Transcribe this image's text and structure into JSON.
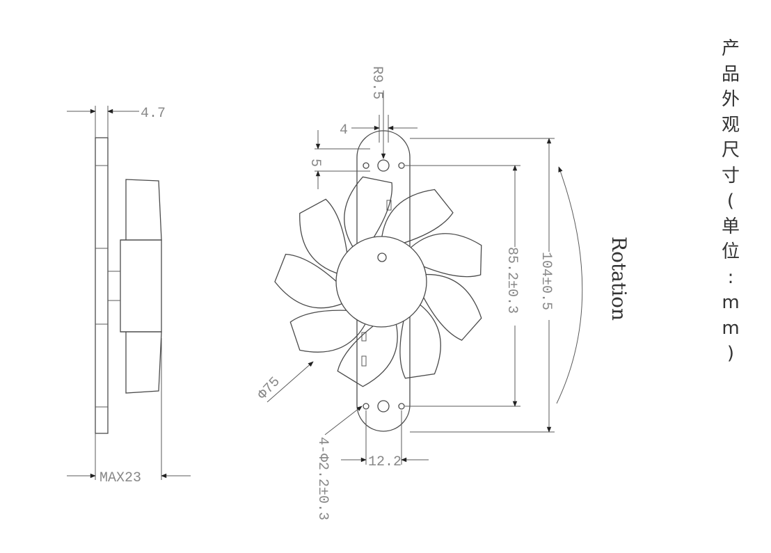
{
  "title": {
    "chars": [
      "产",
      "品",
      "外",
      "观",
      "尺",
      "寸",
      "(",
      "单",
      "位",
      ":",
      "m",
      "m",
      ")"
    ]
  },
  "dimensions": {
    "thickness_top": "4.7",
    "total_thickness": "MAX23",
    "mount_radius": "R9.5",
    "ear_width": "4",
    "hole_offset": "5",
    "hole_spacing": "85.2±0.3",
    "overall_length": "104±0.5",
    "blade_diameter": "Φ75",
    "hole_diameter": "4-Φ2.2±0.3",
    "hole_pitch": "12.2"
  },
  "rotation_label": "Rotation"
}
